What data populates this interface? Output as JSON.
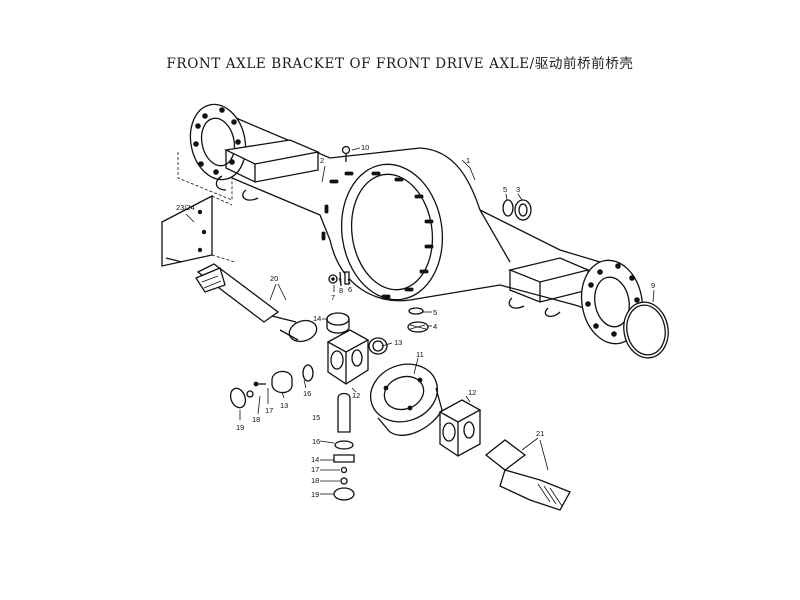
{
  "title": "FRONT AXLE BRACKET OF FRONT DRIVE AXLE/驱动前桥前桥壳",
  "callouts": [
    {
      "id": "c1",
      "text": "1"
    },
    {
      "id": "c2",
      "text": "2"
    },
    {
      "id": "c3",
      "text": "3"
    },
    {
      "id": "c4",
      "text": "4"
    },
    {
      "id": "c5a",
      "text": "5"
    },
    {
      "id": "c5b",
      "text": "5"
    },
    {
      "id": "c6",
      "text": "6"
    },
    {
      "id": "c7",
      "text": "7"
    },
    {
      "id": "c8",
      "text": "8"
    },
    {
      "id": "c9",
      "text": "9"
    },
    {
      "id": "c10",
      "text": "10"
    },
    {
      "id": "c11",
      "text": "11"
    },
    {
      "id": "c12a",
      "text": "12"
    },
    {
      "id": "c12b",
      "text": "12"
    },
    {
      "id": "c13a",
      "text": "13"
    },
    {
      "id": "c13b",
      "text": "13"
    },
    {
      "id": "c14a",
      "text": "14"
    },
    {
      "id": "c14b",
      "text": "14"
    },
    {
      "id": "c15",
      "text": "15"
    },
    {
      "id": "c16a",
      "text": "16"
    },
    {
      "id": "c16b",
      "text": "16"
    },
    {
      "id": "c17a",
      "text": "17"
    },
    {
      "id": "c17b",
      "text": "17"
    },
    {
      "id": "c18a",
      "text": "18"
    },
    {
      "id": "c18b",
      "text": "18"
    },
    {
      "id": "c19a",
      "text": "19"
    },
    {
      "id": "c19b",
      "text": "19"
    },
    {
      "id": "c20",
      "text": "20"
    },
    {
      "id": "c21",
      "text": "21"
    },
    {
      "id": "c2324",
      "text": "23/24"
    }
  ]
}
